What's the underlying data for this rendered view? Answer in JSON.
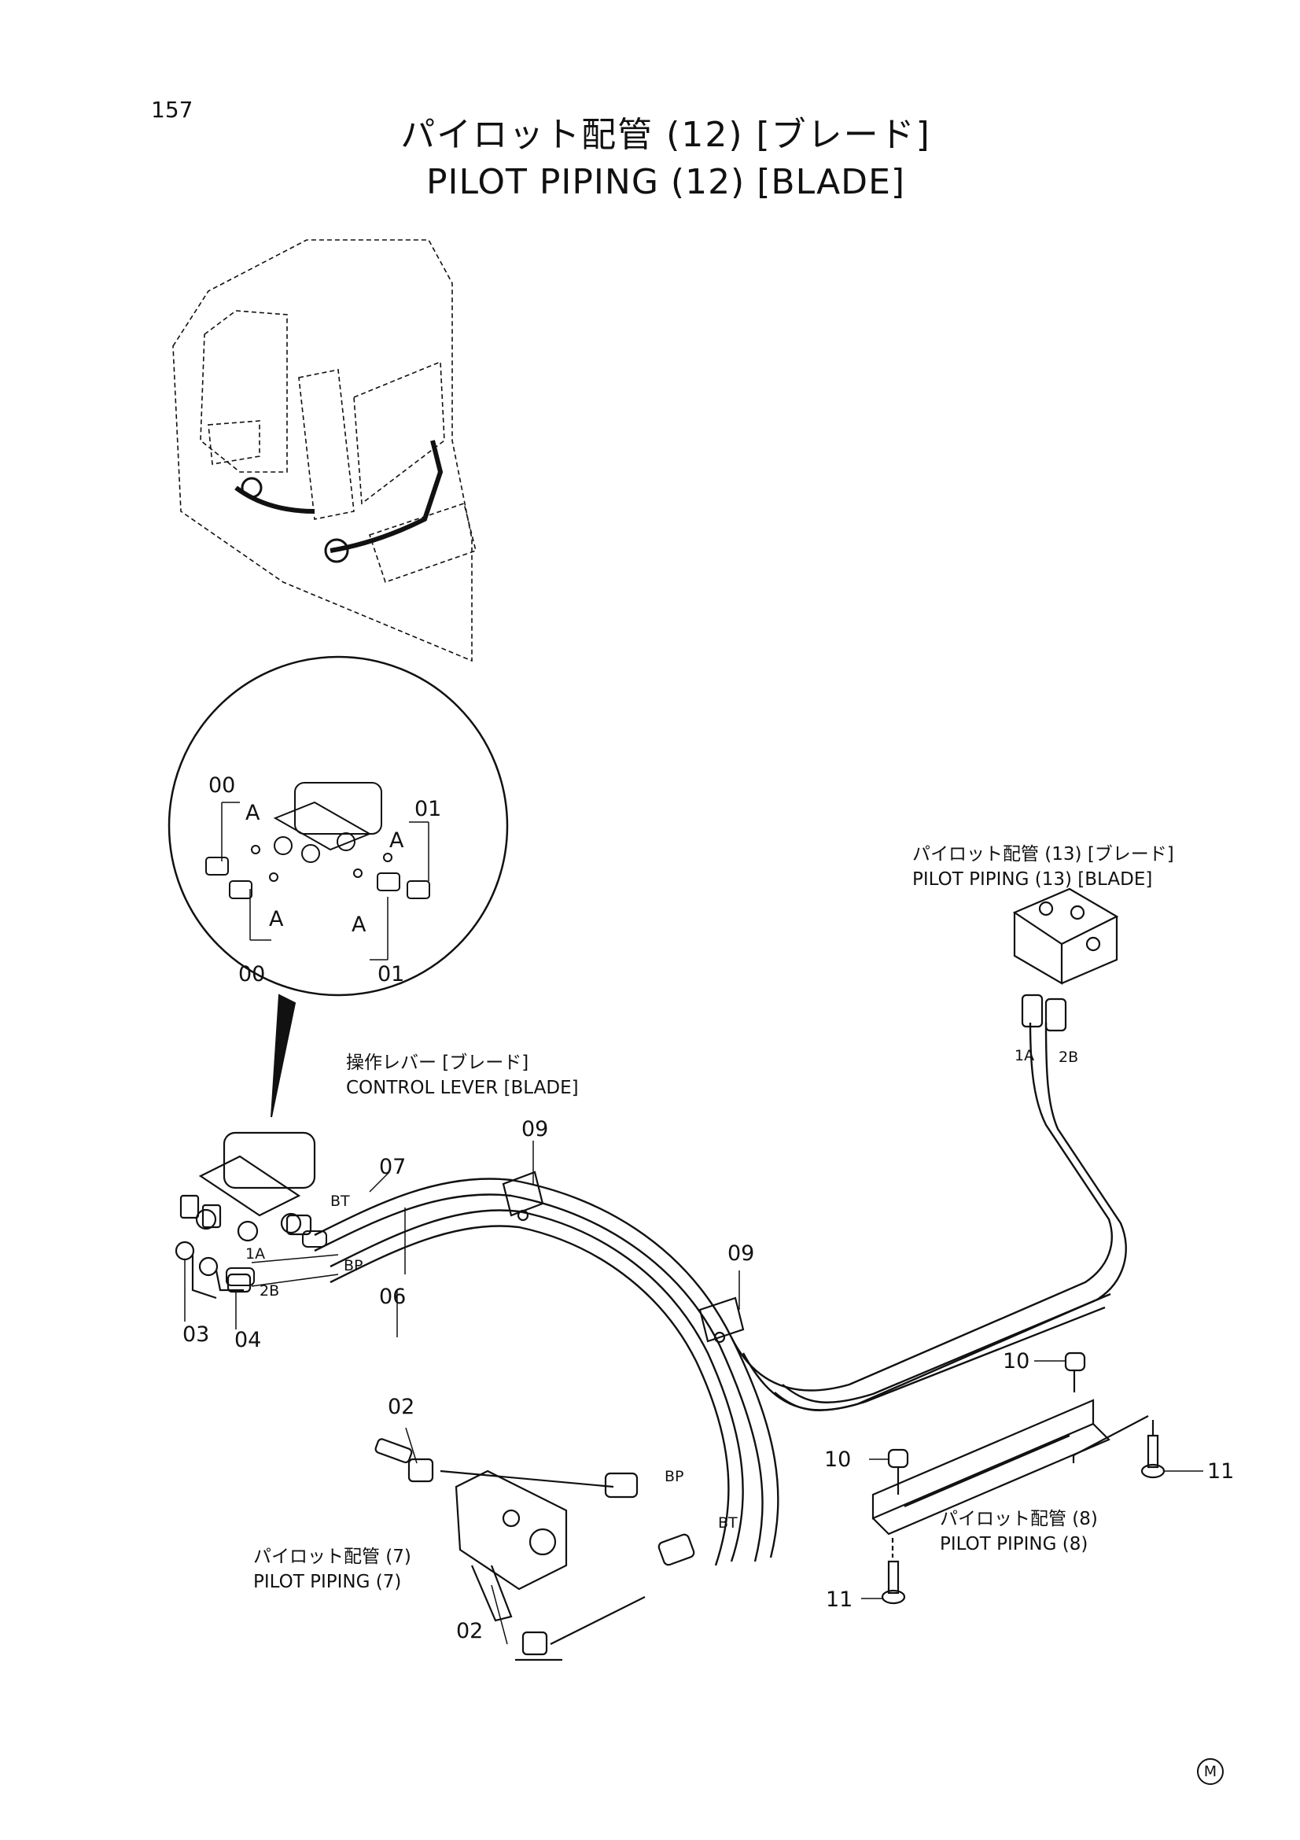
{
  "page": {
    "number": "157"
  },
  "title": {
    "jp": "パイロット配管 (12) [ブレード]",
    "en": "PILOT PIPING (12) [BLADE]"
  },
  "references": {
    "pp13_jp": "パイロット配管 (13) [ブレード]",
    "pp13_en": "PILOT PIPING (13) [BLADE]",
    "lever_jp": "操作レバー [ブレード]",
    "lever_en": "CONTROL LEVER [BLADE]",
    "pp7_jp": "パイロット配管 (7)",
    "pp7_en": "PILOT PIPING (7)",
    "pp8_jp": "パイロット配管 (8)",
    "pp8_en": "PILOT PIPING (8)"
  },
  "callouts": {
    "c00a": "00",
    "c00b": "00",
    "c01a": "01",
    "c01b": "01",
    "cA1": "A",
    "cA2": "A",
    "cA3": "A",
    "cA4": "A",
    "c02a": "02",
    "c02b": "02",
    "c03": "03",
    "c04": "04",
    "c06": "06",
    "c07": "07",
    "c09a": "09",
    "c09b": "09",
    "c10a": "10",
    "c10b": "10",
    "c11a": "11",
    "c11b": "11"
  },
  "port_labels": {
    "p1A_a": "1A",
    "p2B_a": "2B",
    "p1A_b": "1A",
    "p2B_b": "2B",
    "pBT_a": "BT",
    "pBP_a": "BP",
    "pBP_b": "BP",
    "pBT_b": "BT"
  },
  "mark": "M"
}
